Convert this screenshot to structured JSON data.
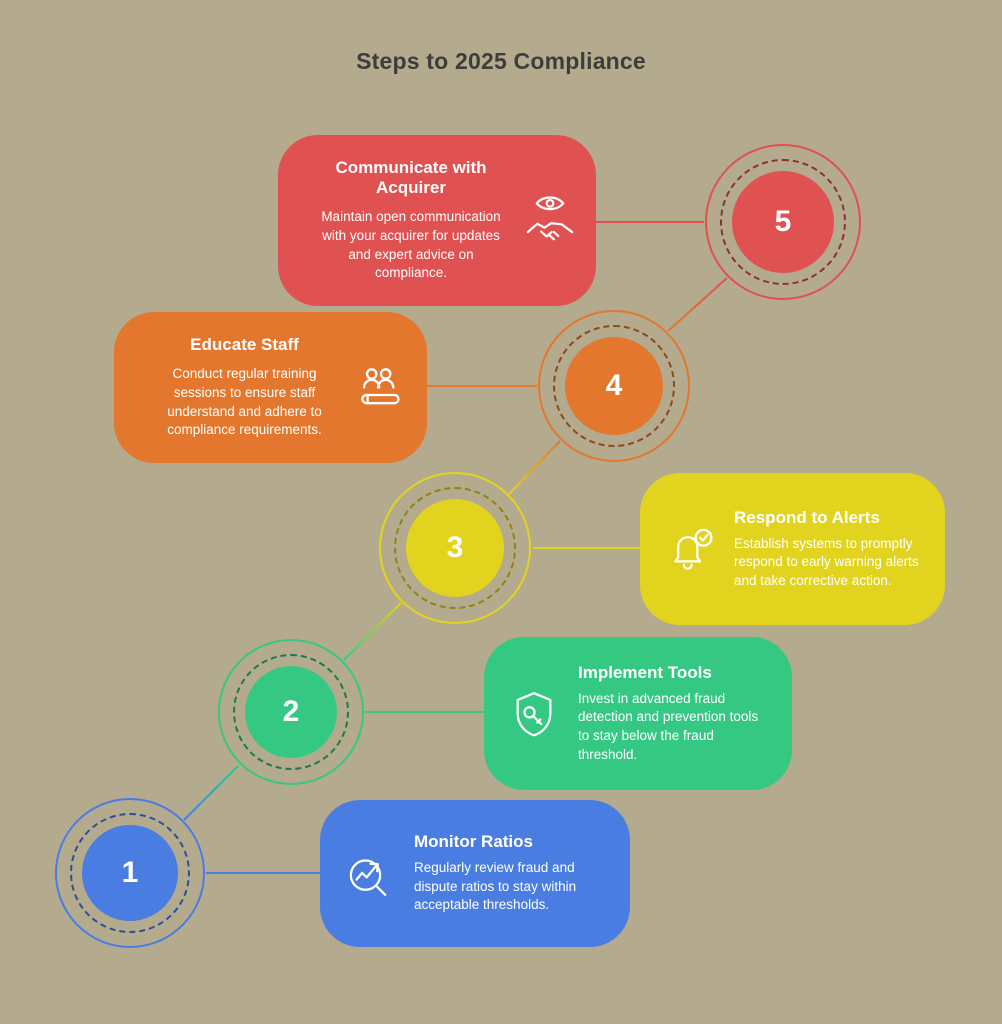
{
  "title": "Steps to 2025 Compliance",
  "background_color": "#b4aa8e",
  "steps": [
    {
      "number": "1",
      "title": "Monitor Ratios",
      "description": "Regularly review fraud and dispute ratios to stay within acceptable thresholds.",
      "color": "#4a7de2",
      "icon": "chart-magnifier-icon"
    },
    {
      "number": "2",
      "title": "Implement Tools",
      "description": "Invest in advanced fraud detection and prevention tools to stay below the fraud threshold.",
      "color": "#35c883",
      "icon": "shield-key-icon"
    },
    {
      "number": "3",
      "title": "Respond to Alerts",
      "description": "Establish systems to promptly respond to early warning alerts and take corrective action.",
      "color": "#e2d41e",
      "icon": "bell-check-icon"
    },
    {
      "number": "4",
      "title": "Educate Staff",
      "description": "Conduct regular training sessions to ensure staff understand and adhere to compliance requirements.",
      "color": "#e2772d",
      "icon": "people-icon"
    },
    {
      "number": "5",
      "title": "Communicate with Acquirer",
      "description": "Maintain open communication with your acquirer for updates and expert advice on compliance.",
      "color": "#e05151",
      "icon": "eye-handshake-icon"
    }
  ]
}
